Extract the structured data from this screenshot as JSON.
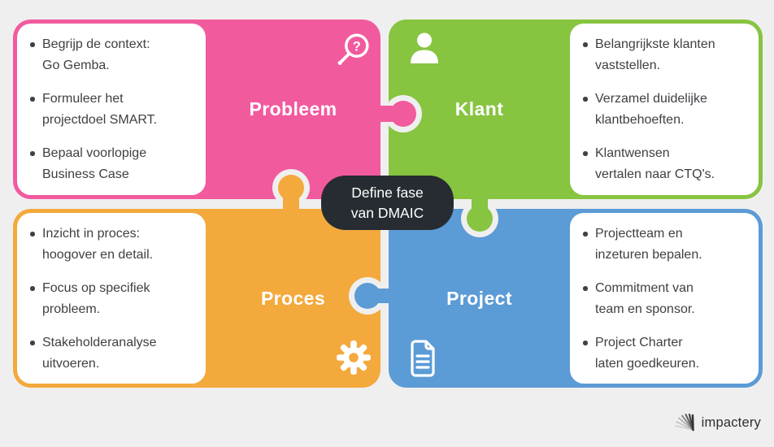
{
  "page": {
    "background": "#efefef"
  },
  "center_label": {
    "text": "Define fase\nvan DMAIC",
    "background": "#262c31",
    "text_color": "#ffffff"
  },
  "footer": {
    "brand": "impactery"
  },
  "quadrants": [
    {
      "id": "probleem",
      "title": "Probleem",
      "color": "#f25a9e",
      "icon": "magnifier-question-icon",
      "text_side": "left",
      "bullets": [
        "Begrijp de context:\nGo Gemba.",
        "Formuleer het\nprojectdoel SMART.",
        "Bepaal voorlopige\nBusiness Case"
      ]
    },
    {
      "id": "klant",
      "title": "Klant",
      "color": "#87c440",
      "icon": "person-icon",
      "text_side": "right",
      "bullets": [
        "Belangrijkste klanten\nvaststellen.",
        "Verzamel duidelijke\nklantbehoeften.",
        "Klantwensen\nvertalen naar CTQ's."
      ]
    },
    {
      "id": "proces",
      "title": "Proces",
      "color": "#f4a93c",
      "icon": "gear-icon",
      "text_side": "left",
      "bullets": [
        "Inzicht in proces:\nhoogover en detail.",
        "Focus op specifiek\nprobleem.",
        "Stakeholderanalyse\nuitvoeren."
      ]
    },
    {
      "id": "project",
      "title": "Project",
      "color": "#5b9bd6",
      "icon": "document-icon",
      "text_side": "right",
      "bullets": [
        "Projectteam en\ninzeturen bepalen.",
        "Commitment van\nteam en sponsor.",
        "Project Charter\nlaten goedkeuren."
      ]
    }
  ]
}
